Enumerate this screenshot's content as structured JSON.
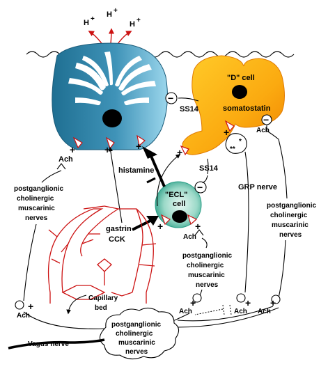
{
  "ions": {
    "h1": "H",
    "h2": "H",
    "h3": "H",
    "plus": "+"
  },
  "cells": {
    "d_cell": "\"D\" cell",
    "somatostatin": "somatostatin",
    "ecl_cell_line1": "\"ECL\"",
    "ecl_cell_line2": "cell"
  },
  "labels": {
    "ss14_top": "SS14",
    "ss14_mid": "SS14",
    "histamine": "histamine",
    "gastrin": "gastrin",
    "cck": "CCK",
    "grp_nerve": "GRP nerve",
    "capillary_line1": "Capillary",
    "capillary_line2": "bed",
    "vagus_nerve": "Vagus nerve",
    "ach_left_top": "Ach",
    "ach_left_bottom": "Ach",
    "ach_right_top": "Ach",
    "ach_bottom_1": "Ach",
    "ach_bottom_2": "Ach",
    "ach_bottom_3": "Ach"
  },
  "nerve_groups": {
    "left": [
      "postganglionic",
      "cholinergic",
      "muscarinic",
      "nerves"
    ],
    "center": [
      "postganglionic",
      "cholinergic",
      "muscarinic",
      "nerves"
    ],
    "right": [
      "postganglionic",
      "cholinergic",
      "muscarinic",
      "nerves"
    ],
    "bottom_cloud": [
      "postganglionic",
      "cholinergic",
      "muscarinic",
      "nerves"
    ]
  },
  "signs": {
    "plus": "+",
    "minus": "−",
    "star": "*",
    "double_star": "**"
  },
  "colors": {
    "parietal_dark": "#1f6f92",
    "parietal_light": "#8fd0e8",
    "d_cell_dark": "#f08a00",
    "d_cell_light": "#ffd23a",
    "ecl_dark": "#2aa890",
    "ecl_light": "#d9f2ec",
    "capillary": "#cc1111"
  }
}
